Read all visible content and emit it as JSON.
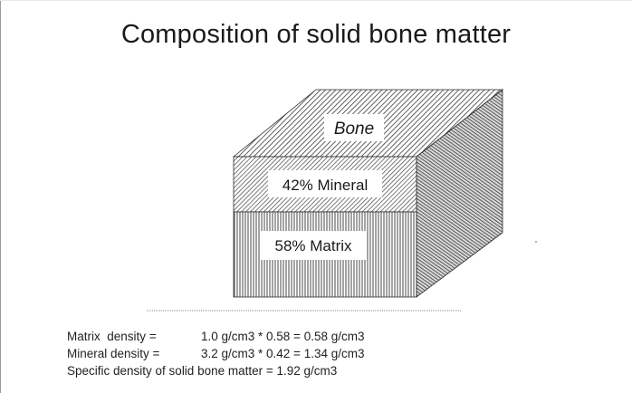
{
  "title": "Composition of solid bone matter",
  "block": {
    "top_label": "Bone",
    "mineral_label": "42% Mineral",
    "matrix_label": "58% Matrix"
  },
  "formulas": [
    {
      "label": "Matrix  density =",
      "expression": "1.0 g/cm3 * 0.58 = 0.58 g/cm3"
    },
    {
      "label": "Mineral density =",
      "expression": "3.2 g/cm3 * 0.42 = 1.34 g/cm3"
    },
    {
      "label": "Specific density of solid bone matter = 1.92 g/cm3",
      "expression": ""
    }
  ],
  "colors": {
    "hatch_line": "#3a3a3a",
    "label_box": "#ffffff",
    "text": "#1a1a1a"
  }
}
